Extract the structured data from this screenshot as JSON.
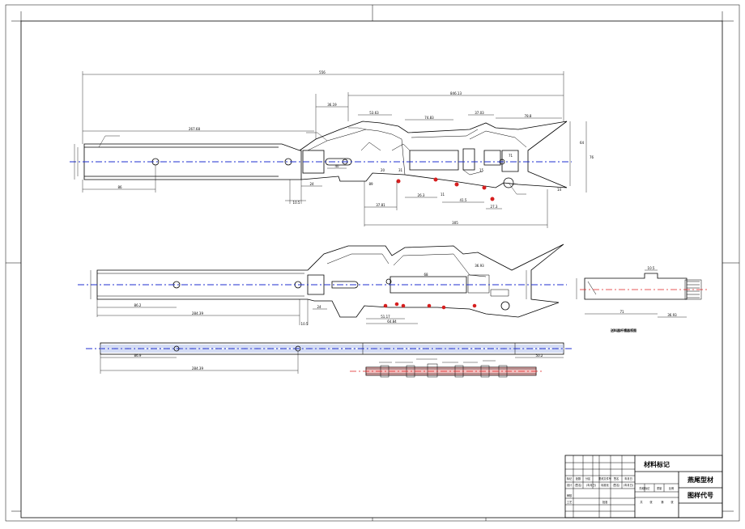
{
  "view1": {
    "dims": {
      "overall": "556",
      "d846": "846.13",
      "d36": "36.19",
      "d53": "53.63",
      "d74": "74.83",
      "d37": "37.03",
      "d78": "78.8",
      "d267": "267.68",
      "d86": "86",
      "d24": "24",
      "d31": "31",
      "d40": "40",
      "d20": "20",
      "d10a": "10.5",
      "d89": "89",
      "d37b": "37.81",
      "d26": "26.3",
      "d41": "41.5",
      "d27": "27.3",
      "d305": "305",
      "d64": "64",
      "d76": "76",
      "d11": "11",
      "d71": "71",
      "d15": "15",
      "d14": "14"
    }
  },
  "view2": {
    "dims": {
      "d86": "86.2",
      "d284": "284.39",
      "d24": "24",
      "d10": "10.5",
      "d51": "51.17",
      "d64": "64.84",
      "d68": "68",
      "d36": "36.93"
    }
  },
  "view3": {
    "dims": {
      "d86": "86.9",
      "d284": "284.39",
      "d50": "50.2"
    }
  },
  "detail": {
    "caption": "送料器杆槽器视图",
    "dims": {
      "d71": "71",
      "d36": "36.93",
      "d10": "10.5"
    }
  },
  "title_block": {
    "material_label": "材料标记",
    "org_name": "燕尾型材",
    "drawing_no_label": "图样代号",
    "scale_row": [
      "标记",
      "处数",
      "分区",
      "更改文件号",
      "签名",
      "年月日"
    ],
    "row2": [
      "设计",
      "(签名)",
      "(年月日)",
      "标准化",
      "(签名)",
      "(年月日)"
    ],
    "row3": [
      "审核"
    ],
    "row4": [
      "工艺",
      "批准"
    ],
    "stage_labels": [
      "阶段标记",
      "重量",
      "比例"
    ],
    "sheet_labels": [
      "共",
      "张",
      "第",
      "张"
    ]
  }
}
